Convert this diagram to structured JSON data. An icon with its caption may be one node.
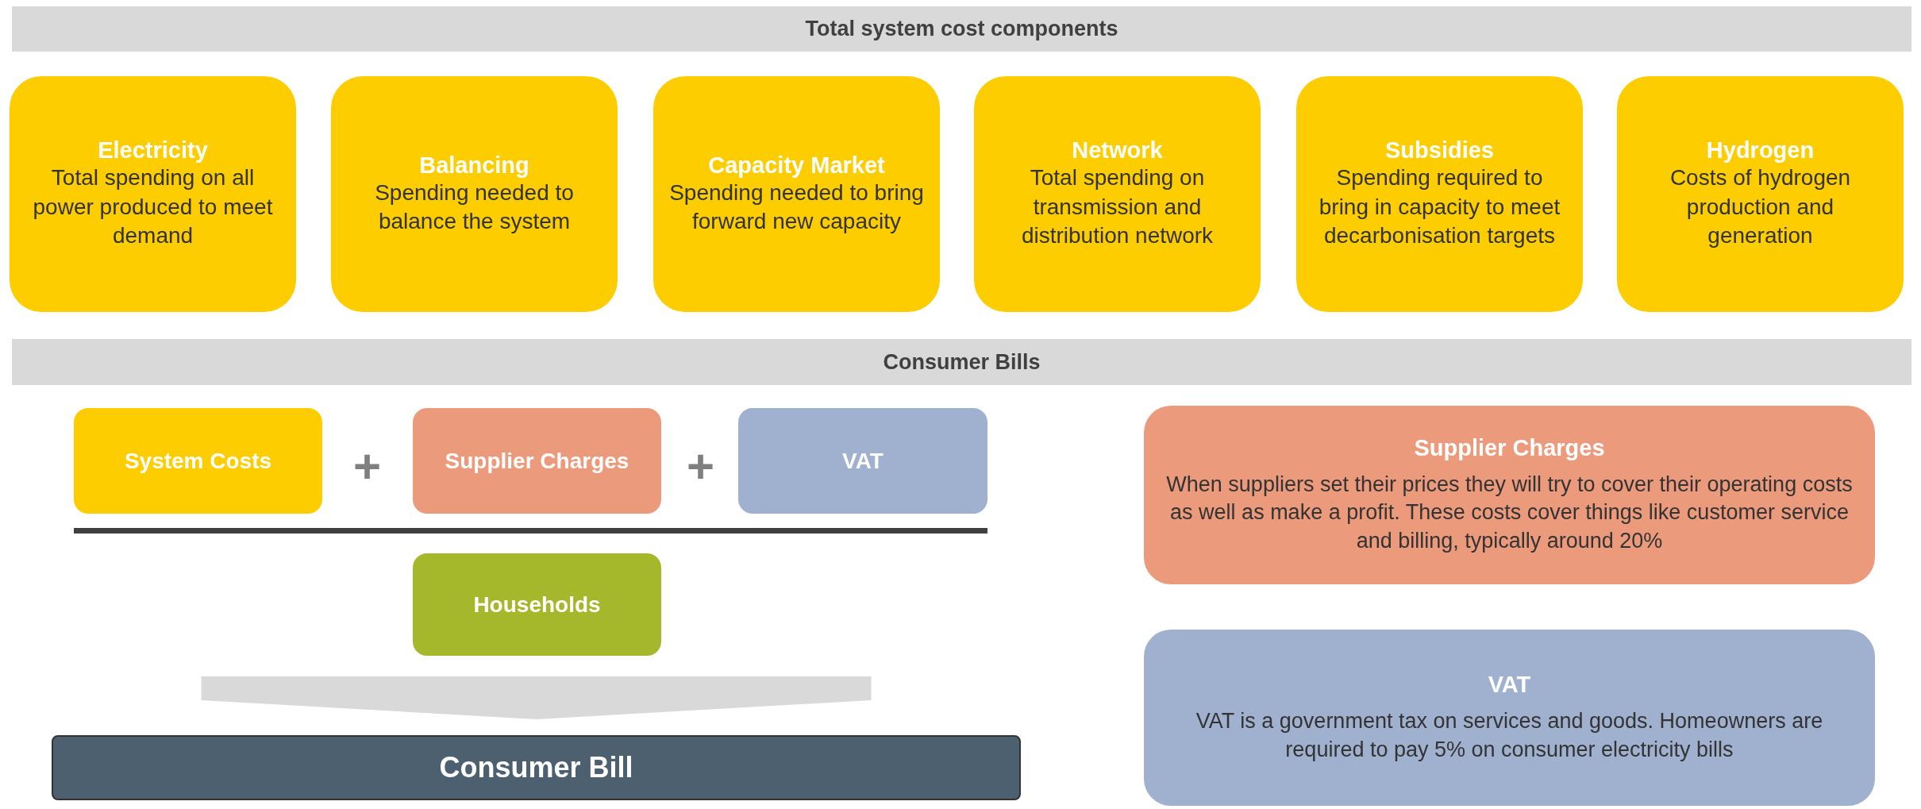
{
  "diagram": {
    "nodes": [
      {
        "text": [
          "Total system cost components"
        ]
      },
      {
        "text": [
          "Electricity",
          "Total spending on all power produced to meet demand"
        ]
      },
      {
        "text": [
          "Balancing",
          "Spending needed to balance the system"
        ]
      },
      {
        "text": [
          "Capacity Market",
          "Spending needed to bring forward new capacity"
        ]
      },
      {
        "text": [
          "Network",
          "Total spending on transmission and distribution network"
        ]
      },
      {
        "text": [
          "Subsidies",
          "Spending required to bring in capacity to meet decarbonisation targets"
        ]
      },
      {
        "text": [
          "Hydrogen",
          "Costs of hydrogen production and generation"
        ]
      },
      {
        "text": [
          "Consumer Bills"
        ]
      },
      {
        "text": [
          "System Costs"
        ]
      },
      {
        "text": [
          "Supplier Charges"
        ]
      },
      {
        "text": [
          "VAT"
        ]
      },
      {
        "text": [
          "Households"
        ]
      },
      {
        "text": [
          "Consumer Bill"
        ]
      },
      {
        "text": [
          "Supplier Charges",
          "When suppliers set their prices they will try to cover their operating costs as well as make a profit. These costs cover things like customer service and billing, typically around 20%"
        ]
      },
      {
        "text": [
          "VAT",
          "VAT is a government tax on services and goods. Homeowners are required to pay 5% on consumer electricity bills"
        ]
      }
    ],
    "edges": [
      {
        "from": 11,
        "to": 12,
        "arrow": "to"
      }
    ],
    "labels": [
      "+",
      "+"
    ]
  }
}
